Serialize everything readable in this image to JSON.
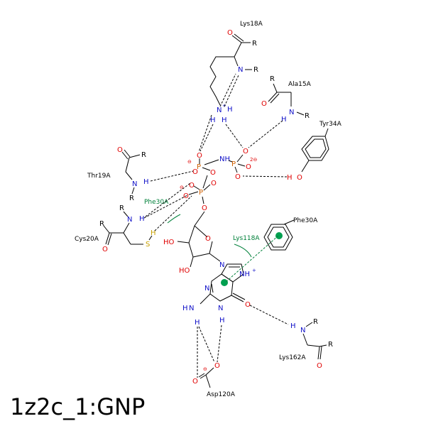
{
  "title": "1z2c_1:GNP",
  "residues": {
    "lys18": "Lys18A",
    "ala15": "Ala15A",
    "tyr34": "Tyr34A",
    "thr19": "Thr19A",
    "phe30_contact": "Phe30A",
    "phe30_ring": "Phe30A",
    "cys20": "Cys20A",
    "lys118": "Lys118A",
    "lys162": "Lys162A",
    "asp120": "Asp120A"
  },
  "atoms": {
    "R": "R",
    "O": "O",
    "N": "N",
    "H": "H",
    "P": "P",
    "S": "S",
    "NH": "NH",
    "HO": "HO",
    "NH_plus": "NH",
    "H2N": "H",
    "minus": "⊖",
    "two_minus": "2⊖",
    "plus": "+"
  }
}
